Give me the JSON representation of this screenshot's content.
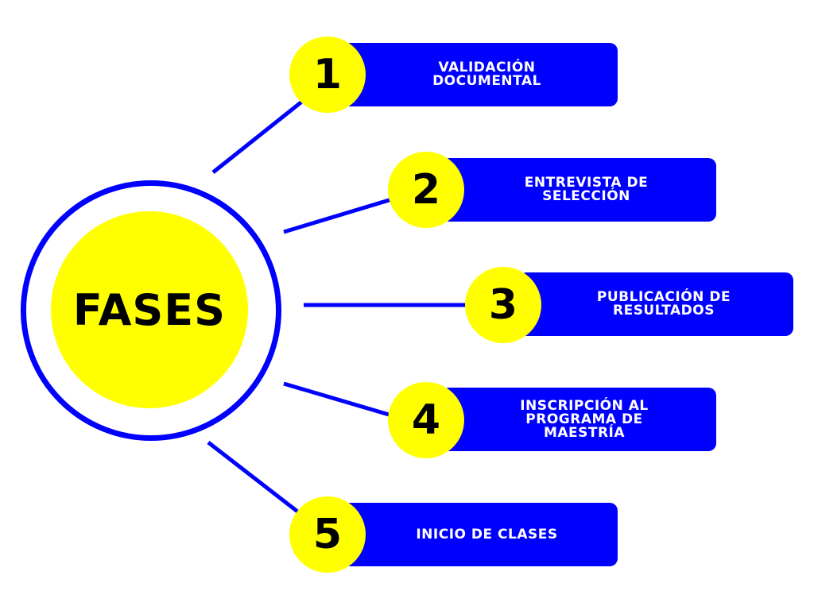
{
  "center": {
    "title": "FASES"
  },
  "phases": [
    {
      "number": "1",
      "label": "VALIDACIÓN\nDOCUMENTAL"
    },
    {
      "number": "2",
      "label": "ENTREVISTA DE\nSELECCIÓN"
    },
    {
      "number": "3",
      "label": "PUBLICACIÓN DE\nRESULTADOS"
    },
    {
      "number": "4",
      "label": "INSCRIPCIÓN AL\nPROGRAMA DE\nMAESTRÍA"
    },
    {
      "number": "5",
      "label": "INICIO DE CLASES"
    }
  ],
  "colors": {
    "accent_blue": "#0000ff",
    "badge_yellow": "#ffff00",
    "text_dark": "#000000",
    "text_light": "#ffffff"
  }
}
